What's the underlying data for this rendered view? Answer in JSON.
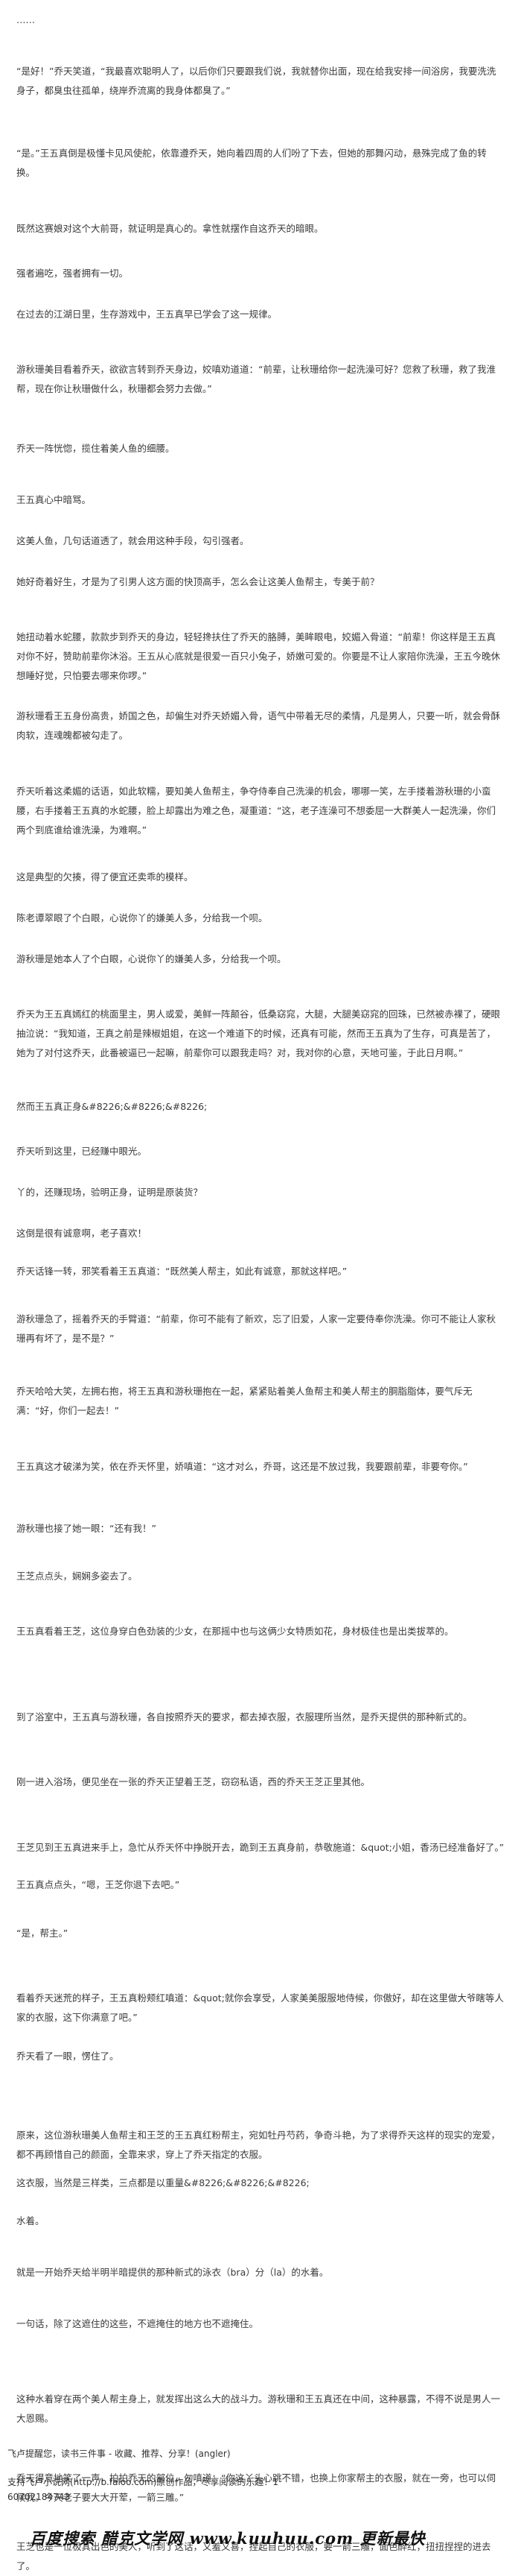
{
  "paragraphs": [
    "……",
    "“是好！”乔天笑道，“我最喜欢聪明人了，以后你们只要跟我们说，我就替你出面，现在给我安排一间浴房，我要洗洗身子，都臭虫往孤单，绕岸乔流离的我身体都臭了。”",
    "“是。”王五真倒是极懂卡见风使舵，依靠遵乔天，她向着四周的人们吩了下去，但她的那舞闪动，悬殊完成了鱼的转换。",
    "既然这赛娘对这个大前哥，就证明是真心的。拿性就摆作自这乔天的暗眼。",
    "强者遍吃，强者拥有一切。",
    "在过去的江湖日里，生存游戏中，王五真早已学会了这一规律。",
    "游秋珊美目看着乔天，欲欲言转到乔天身边，姣嗔劝道道：“前辈，让秋珊给你一起洗澡可好？您救了秋珊，救了我淮帮，现在你让秋珊做什么，秋珊都会努力去做。”",
    "乔天一阵恍惚，揽住着美人鱼的细腰。",
    "王五真心中暗骂。",
    "这美人鱼，几句话道透了，就会用这种手段，勾引强者。",
    "她好奇着好生，才是为了引男人这方面的快顶高手，怎么会让这美人鱼帮主，专美于前？",
    "她扭动着水蛇腰，款款步到乔天的身边，轻轻搀扶住了乔天的胳膊，美眸眼电，姣媚入骨道：“前辈！你这样是王五真对你不好，赞助前辈你沐浴。王五从心底就是很爱一百只小兔子，娇嫩可爱的。你要是不让人家陪你洗澡，王五今晚休想睡好觉，只怕要去哪来你啰。”",
    "游秋珊看王五身份高贵，娇国之色，却偏生对乔天娇媚入骨，语气中带着无尽的柔情，凡是男人，只要一听，就会骨酥肉软，连魂魄都被勾走了。",
    "乔天听着这柔媚的话语，如此软糯，要知美人鱼帮主，争夺侍奉自己洗澡的机会，哪哪一笑，左手搂着游秋珊的小蛮腰，右手搂着王五真的水蛇腰，脸上却露出为难之色，凝重道：“这，老子连澡可不想委屈一大群美人一起洗澡，你们两个到底谁给谁洗澡，为难啊。”",
    "这是典型的欠揍，得了便宜还卖乖的模样。",
    "陈老谭翠眼了个白眼，心说你丫的嫌美人多，分给我一个呗。",
    "游秋珊是她本人了个白眼，心说你丫的嫌美人多，分给我一个呗。",
    "乔天为王五真嫣红的桃面里主，男人或爱，美鲜一阵颠谷，低桑窈窕，大腿，大腿美窈窕的回珠，已然被赤裸了，硬眼抽泣说：“我知道，王真之前是辣椒姐姐，在这一个难道下的时候，还真有可能，然而王五真为了生存，可真是苦了，她为了对付这乔天，此番被逼已一起嘛，前辈你可以跟我走吗？对，我对你的心意，天地可鉴，于此日月啊。”",
    "然而王五真正身&#8226;&#8226;&#8226;",
    "乔天听到这里，已经赚中眼光。",
    "丫的，还赚现场，验明正身，证明是原装货？",
    "这倒是很有诚意啊，老子喜欢！",
    "乔天话锋一转，邪笑看着王五真道：“既然美人帮主，如此有诚意，那就这样吧。”",
    "游秋珊急了，摇着乔天的手臂道：“前辈，你可不能有了新欢，忘了旧爱，人家一定要侍奉你洗澡。你可不能让人家秋珊再有坏了，是不是？”",
    "乔天哈哈大笑，左拥右抱，将王五真和游秋珊抱在一起，紧紧贴着美人鱼帮主和美人帮主的胴脂脂体，要气斥无满：“好，你们一起去！”",
    "王五真这才破涕为笑，依在乔天怀里，娇嗔道：“这才对么，乔哥，这还是不放过我，我要跟前辈，非要夸你。”",
    "游秋珊也接了她一眼：“还有我！”",
    "王芝点点头，娴娴多姿去了。",
    "王五真看着王芝，这位身穿白色劲装的少女，在那摇中也与这俩少女特质如花，身材极佳也是出类拔萃的。",
    "到了浴室中，王五真与游秋珊，各自按照乔天的要求，都去掉衣服，衣服理所当然，是乔天提供的那种新式的。",
    "刚一进入浴场，便见坐在一张的乔天正望着王芝，窃窃私语，西的乔天王芝正里其他。",
    "王芝见到王五真进来手上，急忙从乔天怀中挣脱开去，跪到王五真身前，恭敬施道：&quot;小姐，香汤已经准备好了。”",
    "王五真点点头，“嗯，王芝你退下去吧。”",
    "“是，帮主。”",
    "看着乔天迷荒的样子，王五真粉颊红嗔道：&quot;就你会享受，人家美美服服地侍候，你傲好，却在这里做大爷瞎等人家的衣服，这下你满意了吧。”",
    "乔天看了一眼，愣住了。",
    "原来，这位游秋珊美人鱼帮主和王芝的王五真红粉帮主，宛如牡丹芍药，争奇斗艳，为了求得乔天这样的现实的宠爱，都不再顾惜自己的颜面，全靠来求，穿上了乔天指定的衣服。",
    "这衣服，当然是三样类，三点都是以重量&#8226;&#8226;&#8226;",
    "水着。",
    "就是一开始乔天给半明半暗提供的那种新式的泳衣（bra）分（la）的水着。",
    "一句话，除了这遮住的这些，不遮掩住的地方也不遮掩住。",
    "这种水着穿在两个美人帮主身上，就发挥出这么大的战斗力。游秋珊和王五真还在中间，这种暴露，不得不说是男人一大恩赐。",
    "乔天得意地笑了一声，拍拍乔天的部位，勿嗔道：“你这丫头心跳不错，也换上你家帮主的衣服，就在一旁，也可以伺候我。今天老子要大大开荤，一箭三雕。”",
    "王芝也是一位极其出色的美人，听到了这话，又羞又喜，捏起自己的衣服，要一箭三雕，面色醉红，扭扭捏捏的进去了。"
  ],
  "footer": {
    "line1": "飞卢提醒您，读书三件事 - 收藏、推荐、分享！(angler)",
    "line2": "支持飞卢小说网(http://b.faloo.com)原创作品，尽享阅读的乐趣！1",
    "line3": "60702184743"
  },
  "watermark": "百度搜索 醋克文学网 www.kuuhuu.com 更新最快"
}
